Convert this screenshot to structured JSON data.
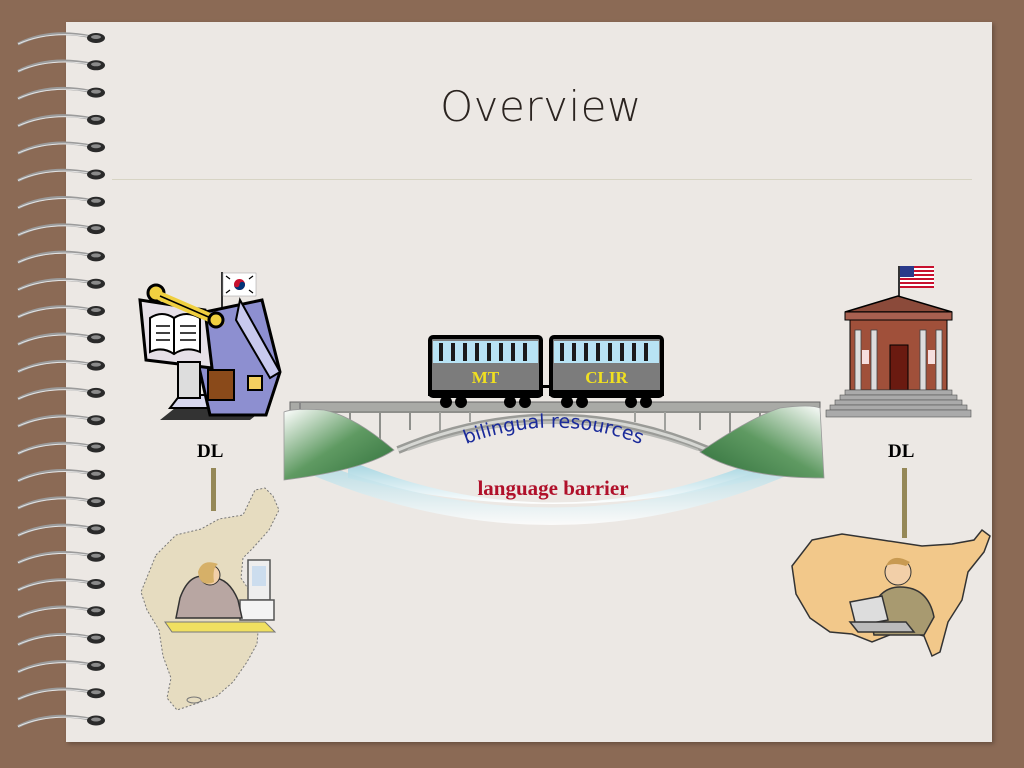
{
  "slide": {
    "title": "Overview"
  },
  "left_site": {
    "label": "DL"
  },
  "right_site": {
    "label": "DL"
  },
  "train": {
    "cars": [
      {
        "label": "MT"
      },
      {
        "label": "CLIR"
      }
    ]
  },
  "bridge": {
    "arch_text": "bilingual resources",
    "water_text": "language barrier"
  },
  "colors": {
    "background": "#8b6a55",
    "slide": "#ece8e4",
    "arch_text": "#1a2a9a",
    "water_text": "#b0102a",
    "car_text": "#f0e020"
  }
}
